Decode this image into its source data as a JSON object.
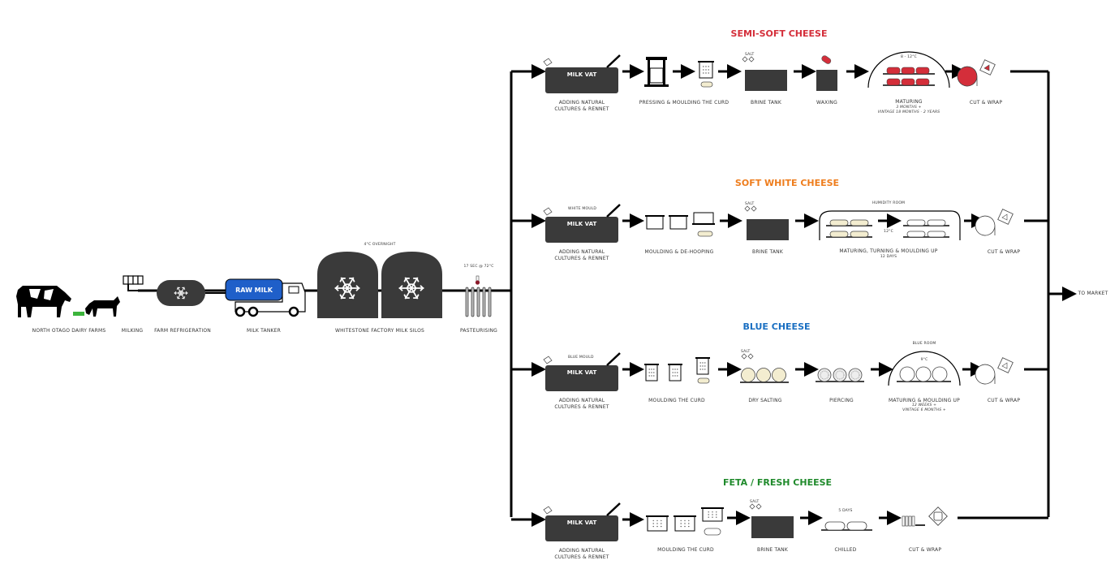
{
  "colors": {
    "line": "#000000",
    "dark_fill": "#3a3a3a",
    "semi_soft": "#d42e3a",
    "soft_white": "#ee7d1d",
    "blue": "#1a6fc2",
    "feta": "#1f8a2b",
    "tanker_blue": "#1f5fc9",
    "grass": "#3cb43c",
    "cheese_cream": "#f3edd0"
  },
  "intake": {
    "farms": "NORTH OTAGO DAIRY FARMS",
    "milking": "MILKING",
    "refrigeration": "FARM REFRIGERATION",
    "tanker": "MILK TANKER",
    "tanker_text": "RAW MILK",
    "silos": "WHITESTONE FACTORY MILK SILOS",
    "silos_note": "4°C OVERNIGHT",
    "pasteurising": "PASTEURISING",
    "pasteurising_note": "17 SEC @ 72°C"
  },
  "output": {
    "to_market": "TO MARKET"
  },
  "lines": [
    {
      "title": "SEMI-SOFT CHEESE",
      "vat_text": "MILK VAT",
      "vat_note": "",
      "steps": [
        {
          "label": "ADDING NATURAL",
          "label2": "CULTURES & RENNET"
        },
        {
          "label": "PRESSING & MOULDING THE CURD"
        },
        {
          "label": "BRINE TANK",
          "note": "SALT"
        },
        {
          "label": "WAXING"
        },
        {
          "label": "MATURING",
          "note": "8 - 12°C",
          "sub1": "3 MONTHS +",
          "sub2": "VINTAGE 18 MONTHS - 2 YEARS"
        },
        {
          "label": "CUT & WRAP"
        }
      ]
    },
    {
      "title": "SOFT WHITE CHEESE",
      "vat_text": "MILK VAT",
      "vat_note": "WHITE MOULD",
      "steps": [
        {
          "label": "ADDING NATURAL",
          "label2": "CULTURES & RENNET"
        },
        {
          "label": "MOULDING & DE-HOOPING"
        },
        {
          "label": "BRINE TANK",
          "note": "SALT"
        },
        {
          "label": "MATURING, TURNING & MOULDING UP",
          "note": "HUMIDITY ROOM",
          "temp": "12°C",
          "sub1": "12 DAYS"
        },
        {
          "label": "CUT & WRAP"
        }
      ]
    },
    {
      "title": "BLUE CHEESE",
      "vat_text": "MILK VAT",
      "vat_note": "BLUE MOULD",
      "steps": [
        {
          "label": "ADDING NATURAL",
          "label2": "CULTURES & RENNET"
        },
        {
          "label": "MOULDING THE CURD"
        },
        {
          "label": "DRY SALTING",
          "note": "SALT"
        },
        {
          "label": "PIERCING"
        },
        {
          "label": "MATURING & MOULDING UP",
          "note": "BLUE ROOM",
          "temp": "9°C",
          "sub1": "12 WEEKS +",
          "sub2": "VINTAGE 6 MONTHS +"
        },
        {
          "label": "CUT & WRAP"
        }
      ]
    },
    {
      "title": "FETA / FRESH CHEESE",
      "vat_text": "MILK VAT",
      "vat_note": "",
      "steps": [
        {
          "label": "ADDING NATURAL",
          "label2": "CULTURES & RENNET"
        },
        {
          "label": "MOULDING THE CURD"
        },
        {
          "label": "BRINE TANK",
          "note": "SALT"
        },
        {
          "label": "CHILLED",
          "note": "5 DAYS"
        },
        {
          "label": "CUT & WRAP"
        }
      ]
    }
  ]
}
